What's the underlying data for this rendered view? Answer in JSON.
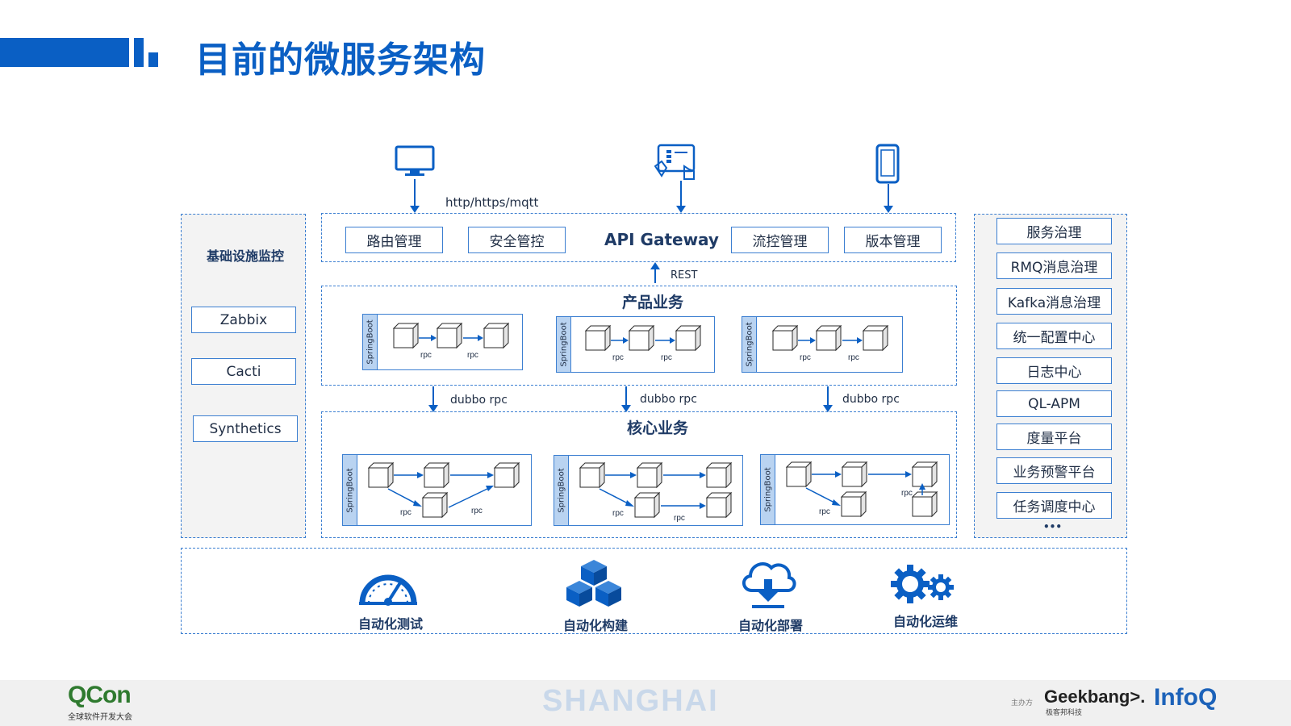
{
  "title": "目前的微服务架构",
  "channel_label": "http/https/mqtt",
  "gateway": {
    "title": "API Gateway",
    "modules": [
      "路由管理",
      "安全管控",
      "流控管理",
      "版本管理"
    ]
  },
  "rest_label": "REST",
  "monitoring": {
    "title": "基础设施监控",
    "tools": [
      "Zabbix",
      "Cacti",
      "Synthetics"
    ]
  },
  "governance": {
    "items": [
      "服务治理",
      "RMQ消息治理",
      "Kafka消息治理",
      "统一配置中心",
      "日志中心",
      "QL-APM",
      "度量平台",
      "业务预警平台",
      "任务调度中心"
    ],
    "more": "•••"
  },
  "product": {
    "title": "产品业务",
    "springboot": "SpringBoot",
    "rpc": "rpc"
  },
  "dubbo_label": "dubbo rpc",
  "core": {
    "title": "核心业务",
    "springboot": "SpringBoot",
    "rpc": "rpc"
  },
  "automation": [
    "自动化测试",
    "自动化构建",
    "自动化部署",
    "自动化运维"
  ],
  "footer": {
    "brand": "QCon",
    "brand_sub": "全球软件开发大会",
    "city": "SHANGHAI",
    "organizer_label": "主办方",
    "sponsor1": "Geekbang>.",
    "sponsor1_sub": "极客邦科技",
    "sponsor2": "InfoQ"
  },
  "colors": {
    "primary": "#0a5fc4",
    "border": "#3c7fd1",
    "strip": "#b9d3f1"
  },
  "icons": [
    "monitor-icon",
    "tablet-icon",
    "phone-icon",
    "speedometer-icon",
    "cubes-icon",
    "cloud-download-icon",
    "gears-icon"
  ]
}
